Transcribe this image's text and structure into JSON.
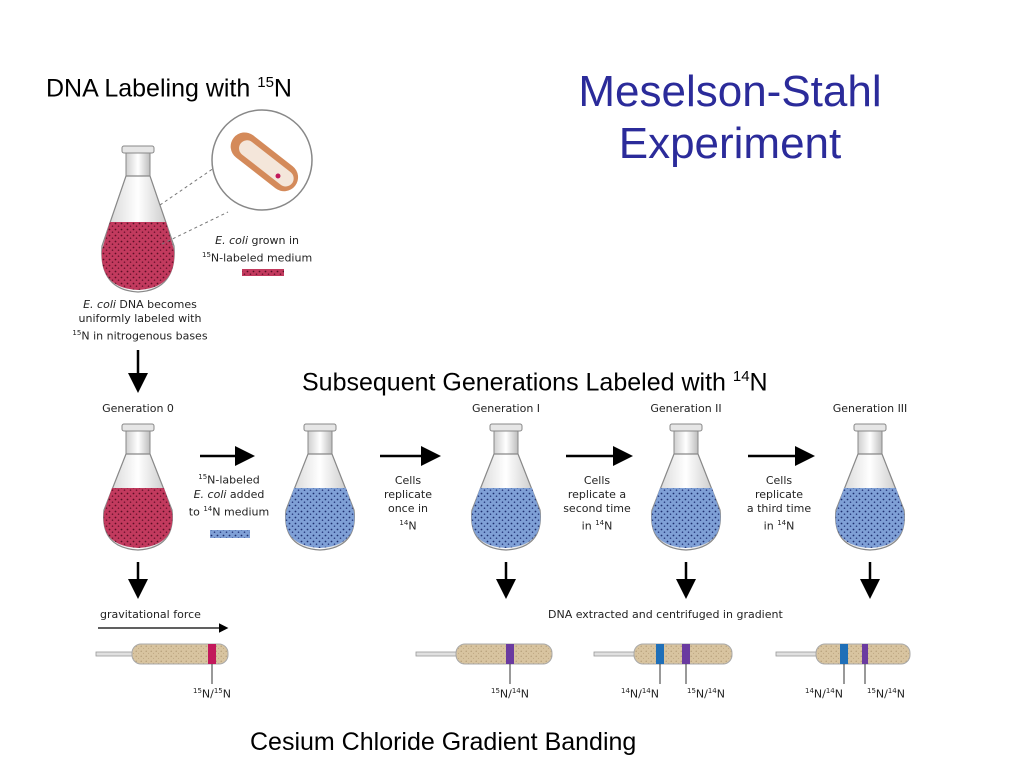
{
  "slide": {
    "title_line1": "Meselson-Stahl",
    "title_line2": "Experiment",
    "title_color": "#2b2b9a",
    "heading_top": {
      "text": "DNA Labeling with ",
      "isotope_mass": "15",
      "isotope_symbol": "N"
    },
    "heading_middle": {
      "text": "Subsequent Generations Labeled with ",
      "isotope_mass": "14",
      "isotope_symbol": "N"
    },
    "heading_bottom": "Cesium Chloride Gradient Banding"
  },
  "diagram": {
    "colors": {
      "heavy_medium": "#c23a5e",
      "light_medium": "#7fa0d6",
      "band_heavy": "#c2185b",
      "band_hybrid": "#6a3aa0",
      "band_light": "#1f6fb8"
    },
    "callout_label": {
      "italic": "E. coli",
      "text": " grown in",
      "isotope_mass": "15",
      "text2": "N-labeled medium"
    },
    "labeled_dna_note": {
      "italic": "E. coli",
      "line1": " DNA becomes",
      "line2": "uniformly labeled with",
      "isotope_mass": "15",
      "line3": "N in nitrogenous bases"
    },
    "generations": [
      "Generation 0",
      "Generation I",
      "Generation II",
      "Generation III"
    ],
    "transfer_label": {
      "isotope_mass": "15",
      "line1": "N-labeled",
      "italic": "E. coli",
      "line2": " added",
      "line3a": "to ",
      "isotope_mass2": "14",
      "line3b": "N medium"
    },
    "step_labels": [
      {
        "line1": "Cells",
        "line2": "replicate",
        "line3": "once in",
        "isotope_mass": "14",
        "line4": "N"
      },
      {
        "line1": "Cells",
        "line2": "replicate a",
        "line3": "second time",
        "line4a": "in ",
        "isotope_mass": "14",
        "line4b": "N"
      },
      {
        "line1": "Cells",
        "line2": "replicate",
        "line3": "a third time",
        "line4a": "in ",
        "isotope_mass": "14",
        "line4b": "N"
      }
    ],
    "gravity_label": "gravitational force",
    "extraction_label": "DNA extracted and centrifuged in gradient",
    "band_labels": {
      "gen0": {
        "a": "15",
        "b": "N/",
        "c": "15",
        "d": "N"
      },
      "gen1": {
        "a": "15",
        "b": "N/",
        "c": "14",
        "d": "N"
      },
      "gen2_light": {
        "a": "14",
        "b": "N/",
        "c": "14",
        "d": "N"
      },
      "gen2_hybrid": {
        "a": "15",
        "b": "N/",
        "c": "14",
        "d": "N"
      },
      "gen3_light": {
        "a": "14",
        "b": "N/",
        "c": "14",
        "d": "N"
      },
      "gen3_hybrid": {
        "a": "15",
        "b": "N/",
        "c": "14",
        "d": "N"
      }
    }
  }
}
